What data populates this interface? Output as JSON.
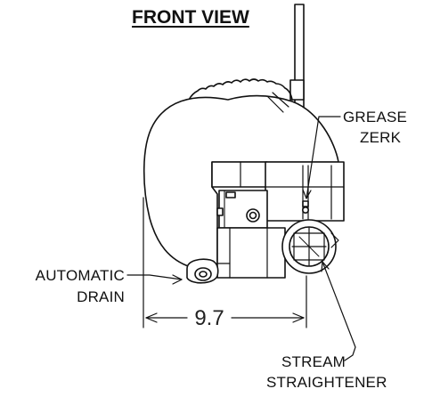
{
  "title": "FRONT VIEW",
  "labels": {
    "grease_line1": "GREASE",
    "grease_line2": "ZERK",
    "drain_line1": "AUTOMATIC",
    "drain_line2": "DRAIN",
    "stream_line1": "STREAM",
    "stream_line2": "STRAIGHTENER"
  },
  "dimension": {
    "value": "9.7"
  },
  "colors": {
    "line": "#111111",
    "background": "#ffffff"
  }
}
